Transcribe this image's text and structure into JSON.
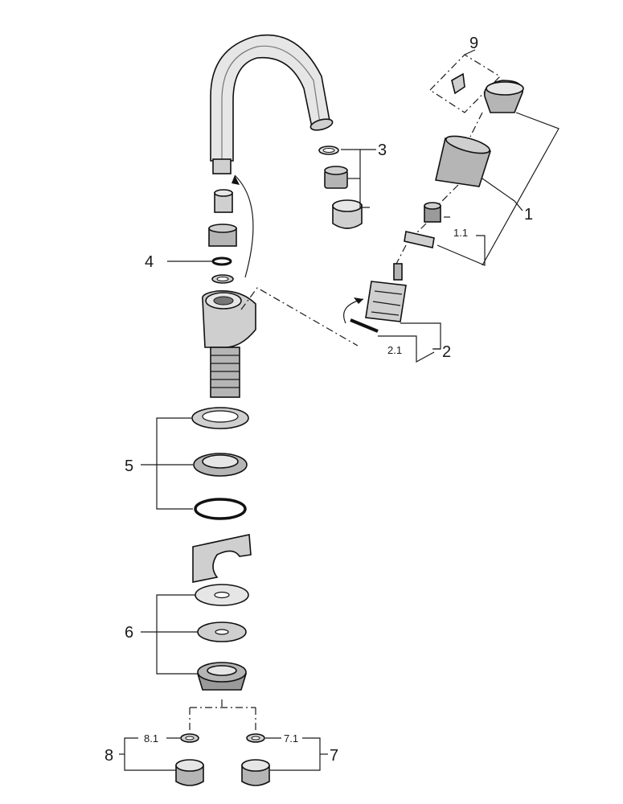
{
  "labels": {
    "p1": "1",
    "p1_1": "1.1",
    "p2": "2",
    "p2_1": "2.1",
    "p3": "3",
    "p4": "4",
    "p5": "5",
    "p6": "6",
    "p7": "7",
    "p7_1": "7.1",
    "p8": "8",
    "p8_1": "8.1",
    "p9": "9"
  }
}
